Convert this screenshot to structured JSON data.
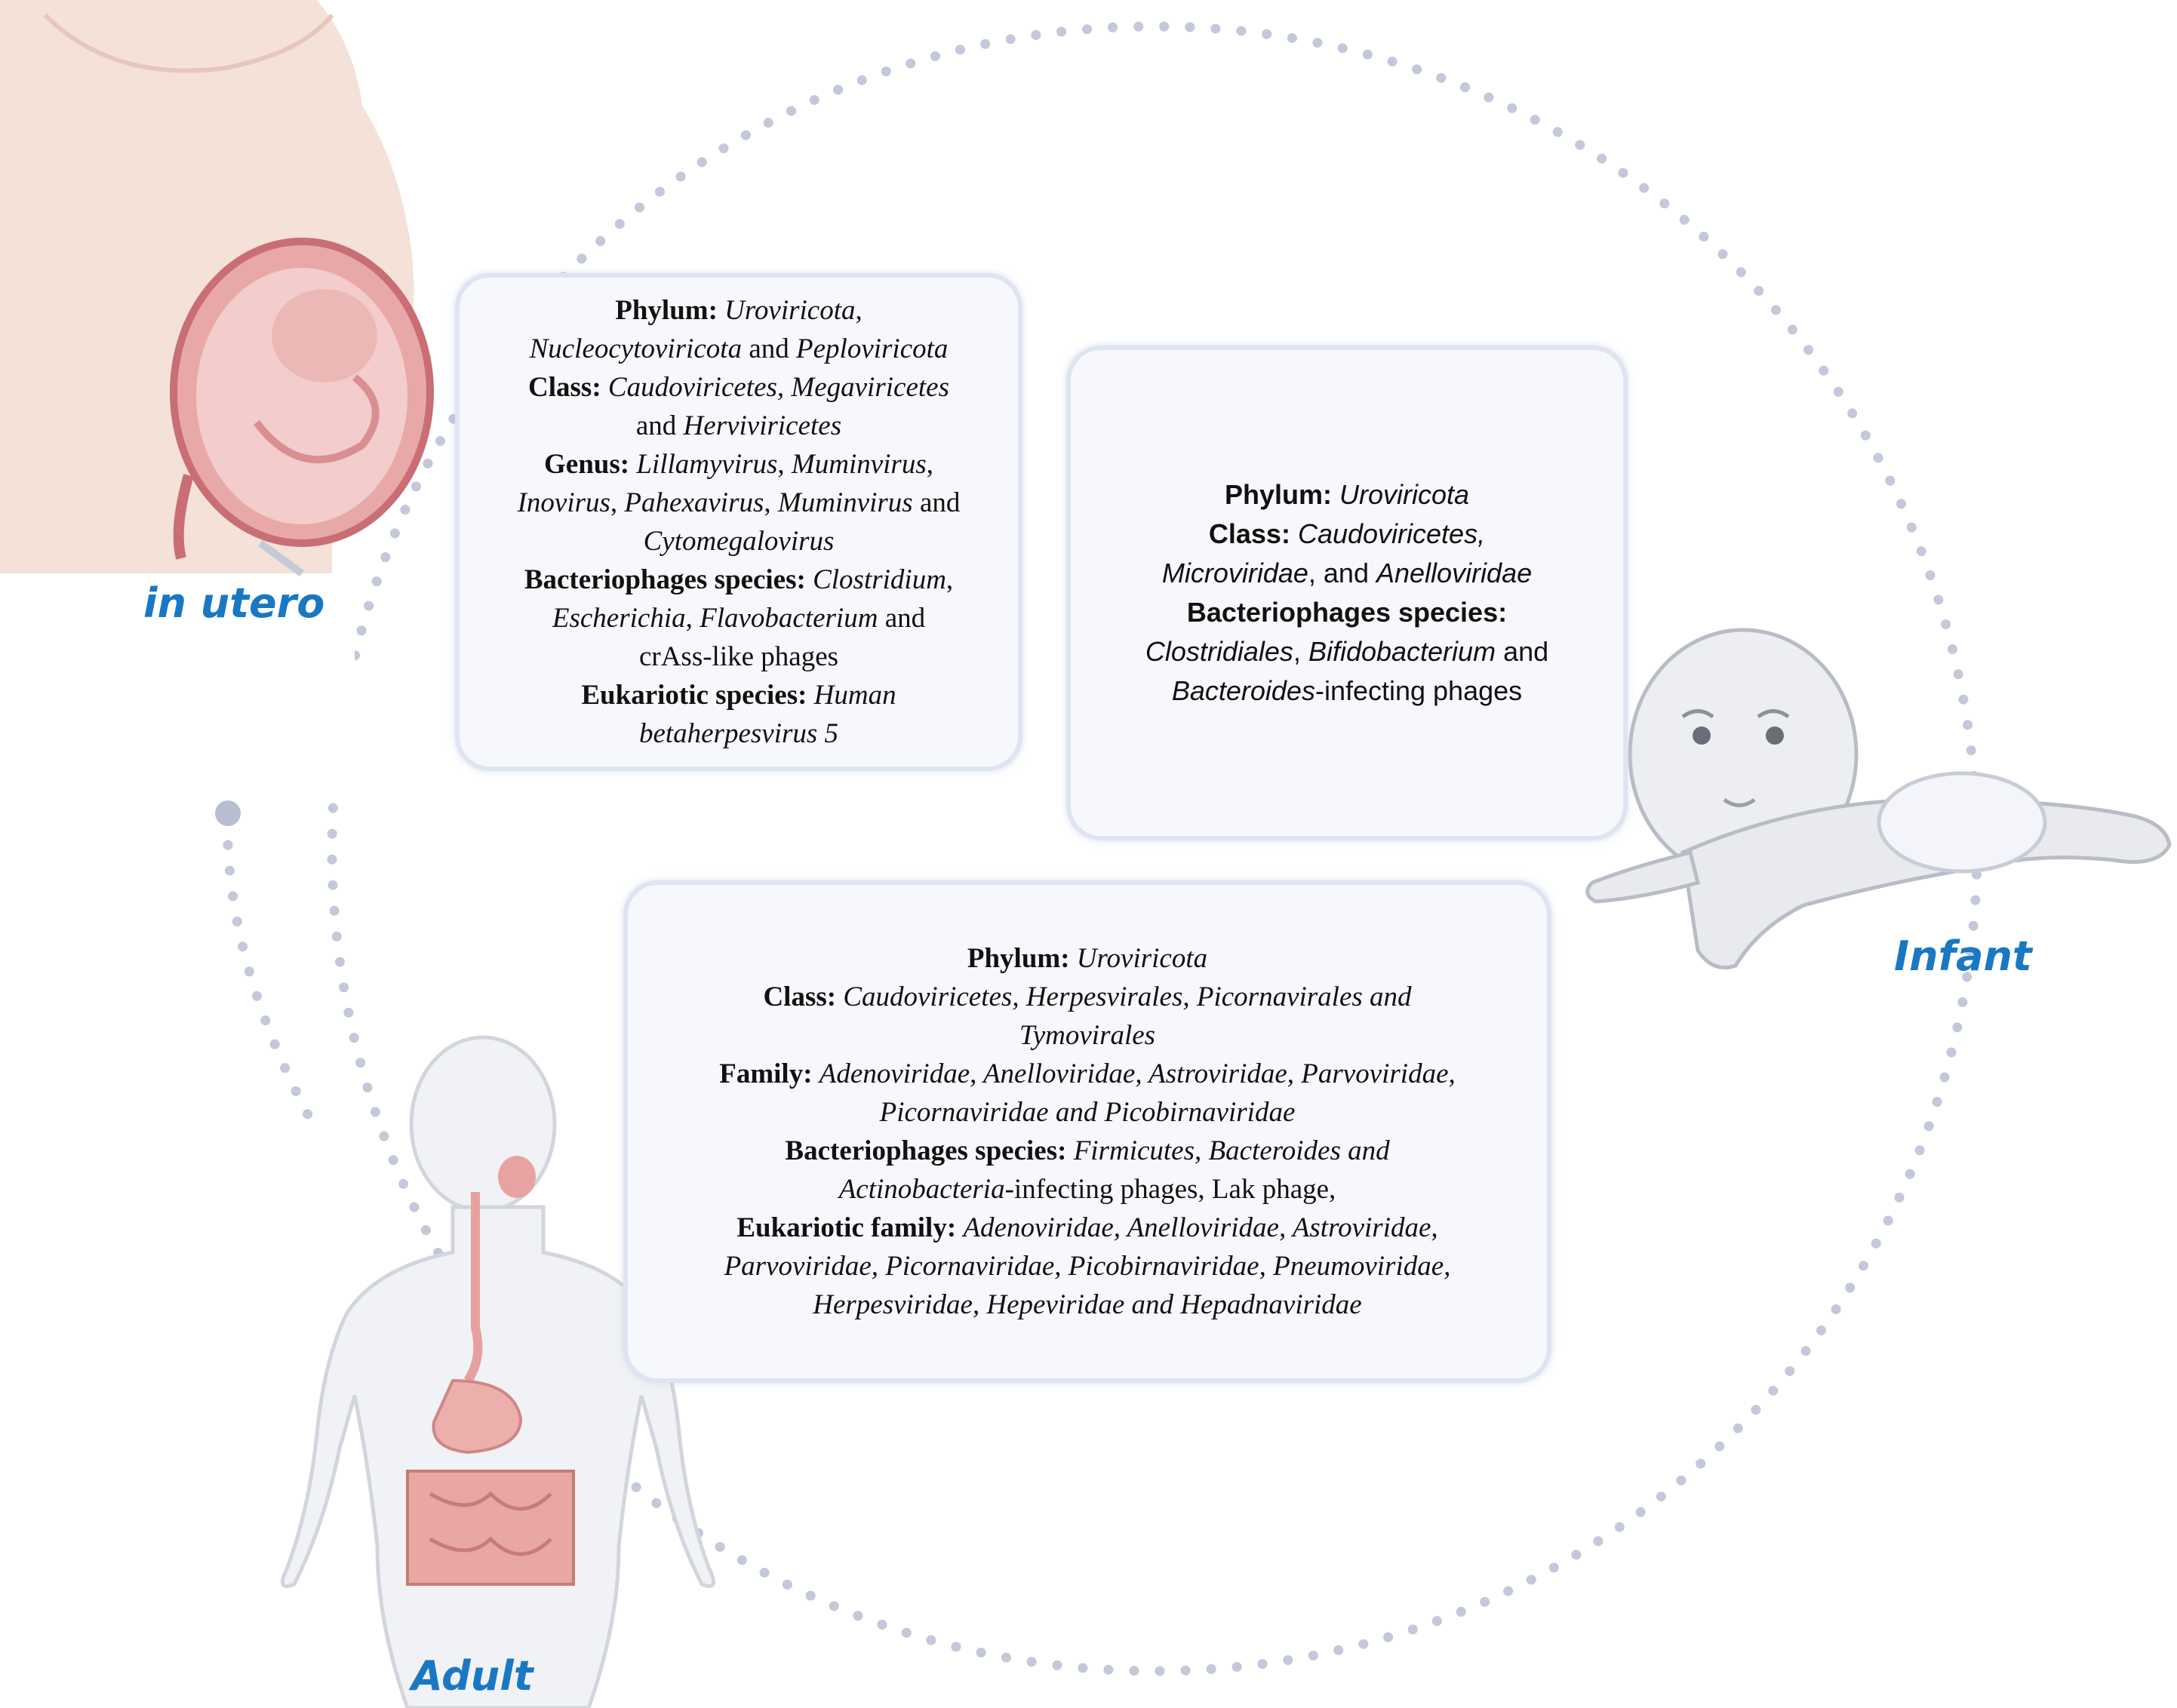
{
  "labels": {
    "in_utero": "in utero",
    "infant": "Infant",
    "adult": "Adult"
  },
  "colors": {
    "label_blue": "#1a78c2",
    "dots": "#c3c8da",
    "box_border": "#dfe4f2",
    "box_fill": "#f7f8fc",
    "skin_pink": "#f2dcd3",
    "organ_red": "#c96a6a",
    "infant_gray": "#e9eaee"
  },
  "icons": [
    "pregnant-abdomen-illustration",
    "infant-illustration",
    "adult-digestive-system-illustration"
  ],
  "in_utero_box": {
    "phylum_label": "Phylum:",
    "phylum_value_1": "Uroviricota",
    "phylum_sep_1": ",",
    "phylum_value_2": "Nucleocytoviricota",
    "phylum_and": "and",
    "phylum_value_3": "Peploviricota",
    "class_label": "Class:",
    "class_value_1": "Caudoviricetes, Megaviricetes",
    "class_and": "and",
    "class_value_2": "Herviviricetes",
    "genus_label": "Genus:",
    "genus_value_1": "Lillamyvirus",
    "genus_value_2": "Muminvirus",
    "genus_value_3": "Inovirus",
    "genus_value_4": "Pahexavirus",
    "genus_value_5": "Muminvirus",
    "genus_and": "and",
    "genus_value_6": "Cytomegalovirus",
    "bacteriophages_label": "Bacteriophages species:",
    "bacteriophages_value_1": "Clostridium",
    "bacteriophages_value_2": "Escherichia",
    "bacteriophages_value_3": "Flavobacterium",
    "bacteriophages_and": "and",
    "bacteriophages_value_4": "crAss-like phages",
    "eukariotic_label": "Eukariotic species:",
    "eukariotic_value_1": "Human",
    "eukariotic_value_2": "betaherpesvirus 5"
  },
  "infant_box": {
    "phylum_label": "Phylum:",
    "phylum_value": "Uroviricota",
    "class_label": "Class:",
    "class_value_1": "Caudoviricetes,",
    "class_value_2": "Microviridae",
    "class_and": ", and",
    "class_value_3": "Anelloviridae",
    "bacteriophages_label": "Bacteriophages species:",
    "bacteriophages_value_1": "Clostridiales",
    "bacteriophages_value_2": "Bifidobacterium",
    "bacteriophages_and": "and",
    "bacteriophages_value_3": "Bacteroides",
    "bacteriophages_suffix": "-infecting phages"
  },
  "adult_box": {
    "phylum_label": "Phylum:",
    "phylum_value": "Uroviricota",
    "class_label": "Class:",
    "class_value_1": "Caudoviricetes, Herpesvirales, Picornavirales and",
    "class_value_2": "Tymovirales",
    "family_label": "Family:",
    "family_value_1": "Adenoviridae, Anelloviridae, Astroviridae, Parvoviridae,",
    "family_value_2": "Picornaviridae and Picobirnaviridae",
    "bacteriophages_label": "Bacteriophages species:",
    "bacteriophages_value_1": "Firmicutes, Bacteroides and",
    "bacteriophages_value_2": "Actinobacteria",
    "bacteriophages_suffix": "-infecting phages, Lak phage,",
    "eukariotic_label": "Eukariotic family:",
    "eukariotic_value_1": "Adenoviridae, Anelloviridae, Astroviridae,",
    "eukariotic_value_2": "Parvoviridae, Picornaviridae, Picobirnaviridae, Pneumoviridae,",
    "eukariotic_value_3": "Herpesviridae, Hepeviridae and Hepadnaviridae"
  }
}
